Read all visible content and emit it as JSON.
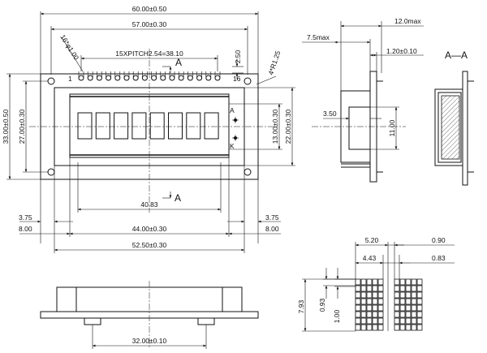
{
  "views": {
    "front": {
      "labels": {
        "width_total": "60.00±0.50",
        "width_holes": "57.00±0.30",
        "pin_pitch": "15XPITCH2.54=38.10",
        "pin_hole": "16*φ1.00",
        "pin_offset": "2.50",
        "pin1": "1",
        "pin16": "16",
        "corner_radius": "4*R1.25",
        "section_mark_top": "A",
        "section_mark_bottom": "A",
        "height_total": "33.00±0.50",
        "height_holes": "27.00±0.30",
        "height_window": "22.00±0.30",
        "height_digits": "13.00±0.30",
        "anode": "A",
        "cathode": "K",
        "digit_offset": "40.83",
        "left_margin": "3.75",
        "right_margin": "3.75",
        "left_margin_window": "8.00",
        "right_margin_window": "8.00",
        "window_width": "44.00±0.30",
        "bezel_width": "52.50±0.30"
      }
    },
    "side": {
      "labels": {
        "thickness_max": "12.0max",
        "pin_length_max": "7.5max",
        "pcb_thickness": "1.20±0.10",
        "led_depth": "3.50",
        "led_height": "11.00"
      }
    },
    "section": {
      "labels": {
        "title": "A—A"
      }
    },
    "bottom": {
      "labels": {
        "mount_spacing": "32.00±0.10"
      }
    },
    "character": {
      "labels": {
        "char_width": "5.20",
        "dot_matrix_width": "4.43",
        "char_height": "7.93",
        "dot_size": "0.93",
        "dot_pitch": "1.00",
        "gap_outer": "0.90",
        "gap_inner": "0.83"
      }
    }
  }
}
